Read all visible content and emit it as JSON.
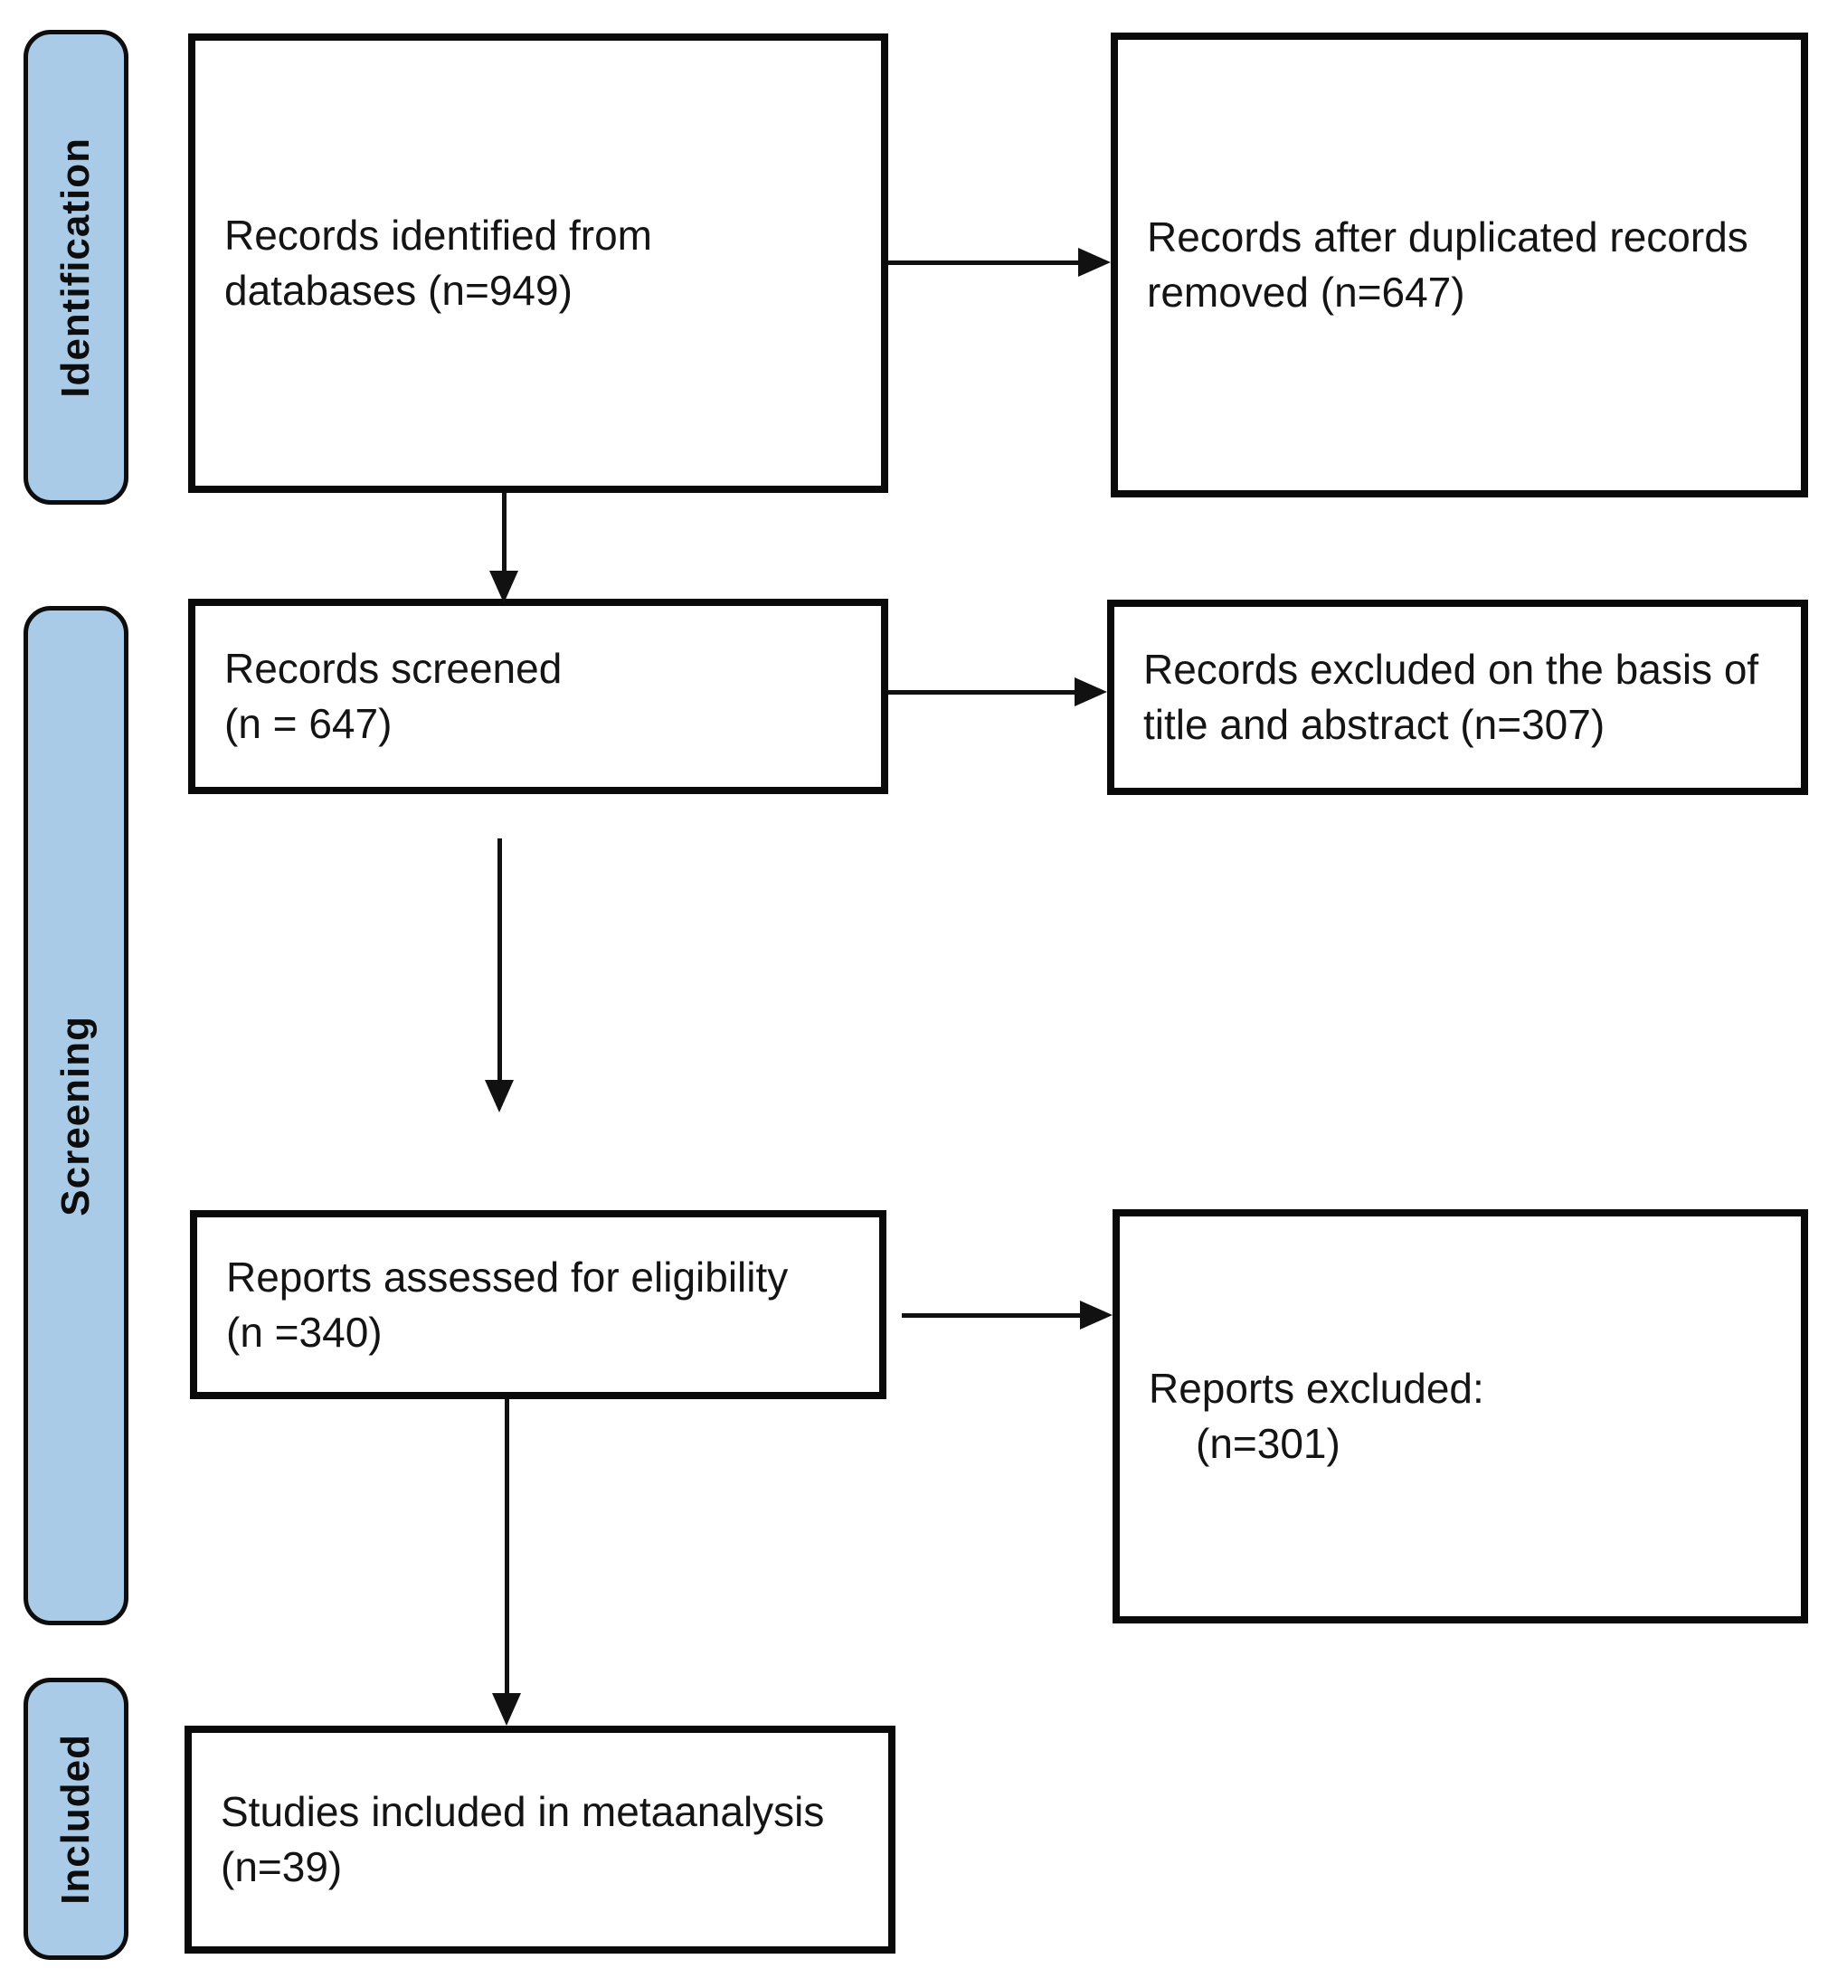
{
  "diagram": {
    "type": "prisma-flow-diagram",
    "stages": [
      {
        "label": "Identification"
      },
      {
        "label": "Screening"
      },
      {
        "label": "Included"
      }
    ],
    "boxes": {
      "identified": {
        "lines": [
          "Records identified from",
          "databases (n=949)"
        ]
      },
      "deduplicated": {
        "lines": [
          "Records after duplicated records",
          "removed (n=647)"
        ]
      },
      "screened": {
        "lines": [
          "Records screened",
          "(n = 647)"
        ]
      },
      "excluded_title_abstract": {
        "lines": [
          "Records excluded on the basis of",
          "title and abstract (n=307)"
        ]
      },
      "assessed": {
        "lines": [
          "Reports assessed for eligibility",
          "(n =340)"
        ]
      },
      "reports_excluded": {
        "lines": [
          "Reports excluded:",
          "(n=301)"
        ]
      },
      "included_metaanalysis": {
        "lines": [
          "Studies included in metaanalysis",
          "(n=39)"
        ]
      }
    },
    "counts": {
      "records_identified": 949,
      "records_after_duplicates_removed": 647,
      "records_screened": 647,
      "records_excluded_title_abstract": 307,
      "reports_assessed_for_eligibility": 340,
      "reports_excluded": 301,
      "studies_included_in_metaanalysis": 39
    },
    "colors": {
      "stage_fill": "#a9cbe8",
      "box_border": "#0a0a0a",
      "arrow": "#111111",
      "background": "#ffffff"
    }
  }
}
